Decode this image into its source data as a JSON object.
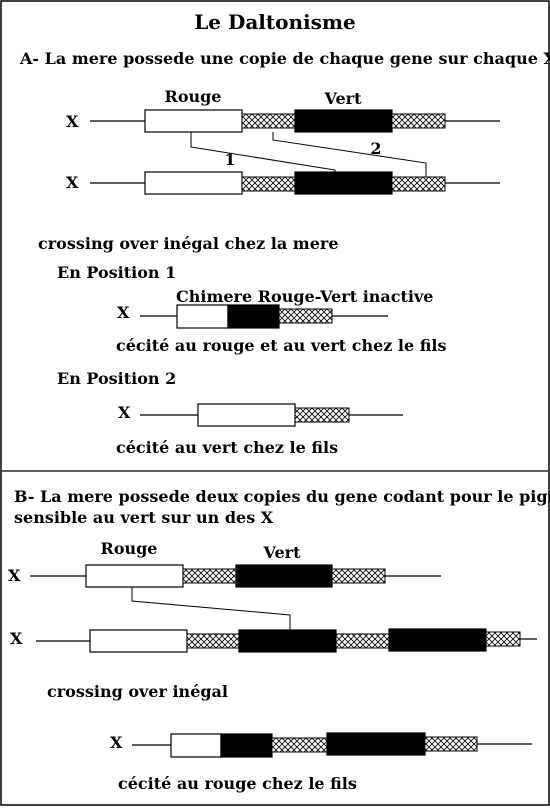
{
  "title": "Le Daltonisme",
  "section_a": {
    "heading": "A- La mere possede une copie de chaque gene sur chaque X",
    "chromosome_label": "X",
    "gene_red_label": "Rouge",
    "gene_green_label": "Vert",
    "crossover_1": "1",
    "crossover_2": "2",
    "crossing_text": "crossing over inégal chez la mere",
    "position1_heading": "En Position 1",
    "chimere_label": "Chimere Rouge-Vert inactive",
    "position1_result": "cécité au rouge et au vert chez le fils",
    "position2_heading": "En Position 2",
    "position2_result": "cécité au vert chez le fils"
  },
  "section_b": {
    "heading_line1": "B- La mere possede deux copies du gene codant pour le pigment",
    "heading_line2": "sensible au vert sur un des X",
    "chromosome_label": "X",
    "gene_red_label": "Rouge",
    "gene_green_label": "Vert",
    "crossing_text": "crossing over inégal",
    "result": "cécité au rouge chez le fils"
  },
  "colors": {
    "stroke": "#000000",
    "red_gene_fill": "#ffffff",
    "green_gene_fill": "#000000",
    "spacer_fill": "crosshatch"
  }
}
